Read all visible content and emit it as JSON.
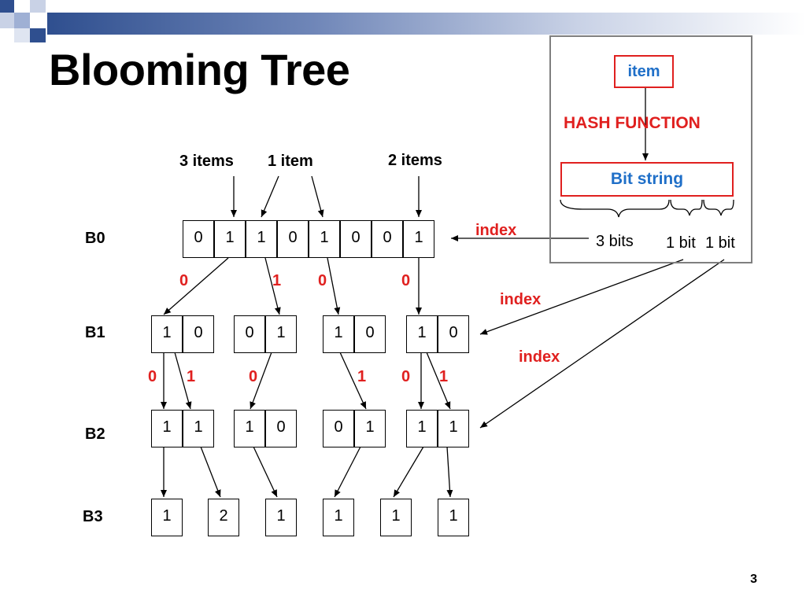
{
  "title": "Blooming Tree",
  "page_number": "3",
  "level_labels": [
    "B0",
    "B1",
    "B2",
    "B3"
  ],
  "item_labels": [
    "3 items",
    "1 item",
    "2 items"
  ],
  "b0_bits": [
    "0",
    "1",
    "1",
    "0",
    "1",
    "0",
    "0",
    "1"
  ],
  "b0_branch_labels": [
    "0",
    "1",
    "0",
    "0"
  ],
  "b1_groups": [
    [
      "1",
      "0"
    ],
    [
      "0",
      "1"
    ],
    [
      "1",
      "0"
    ],
    [
      "1",
      "0"
    ]
  ],
  "b1_branch_labels": [
    "0",
    "1",
    "0",
    "1",
    "0",
    "1"
  ],
  "b2_groups": [
    [
      "1",
      "1"
    ],
    [
      "1",
      "0"
    ],
    [
      "0",
      "1"
    ],
    [
      "1",
      "1"
    ]
  ],
  "b3_counts": [
    "1",
    "2",
    "1",
    "1",
    "1",
    "1"
  ],
  "index_labels": [
    "index",
    "index",
    "index"
  ],
  "hash_panel": {
    "item": "item",
    "hash_function": "HASH FUNCTION",
    "bit_string": "Bit string",
    "segments": [
      "3 bits",
      "1 bit",
      "1 bit"
    ]
  },
  "colors": {
    "accent_red": "#e0201f",
    "accent_blue": "#1f6fc8",
    "panel_border": "#7f7f7f"
  }
}
